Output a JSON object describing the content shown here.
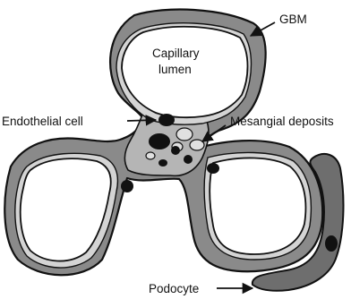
{
  "labels": {
    "gbm": "GBM",
    "capillary_lumen_line1": "Capillary",
    "capillary_lumen_line2": "lumen",
    "endothelial_cell": "Endothelial cell",
    "mesangial_deposits": "Mesangial deposits",
    "podocyte": "Podocyte"
  },
  "colors": {
    "outline": "#111111",
    "membrane": "#8a8a8a",
    "mesangium": "#b5b5b5",
    "endothelium": "#d4d4d4",
    "lumen": "#ffffff",
    "nucleus": "#111111",
    "podocyte": "#6e6e6e"
  }
}
